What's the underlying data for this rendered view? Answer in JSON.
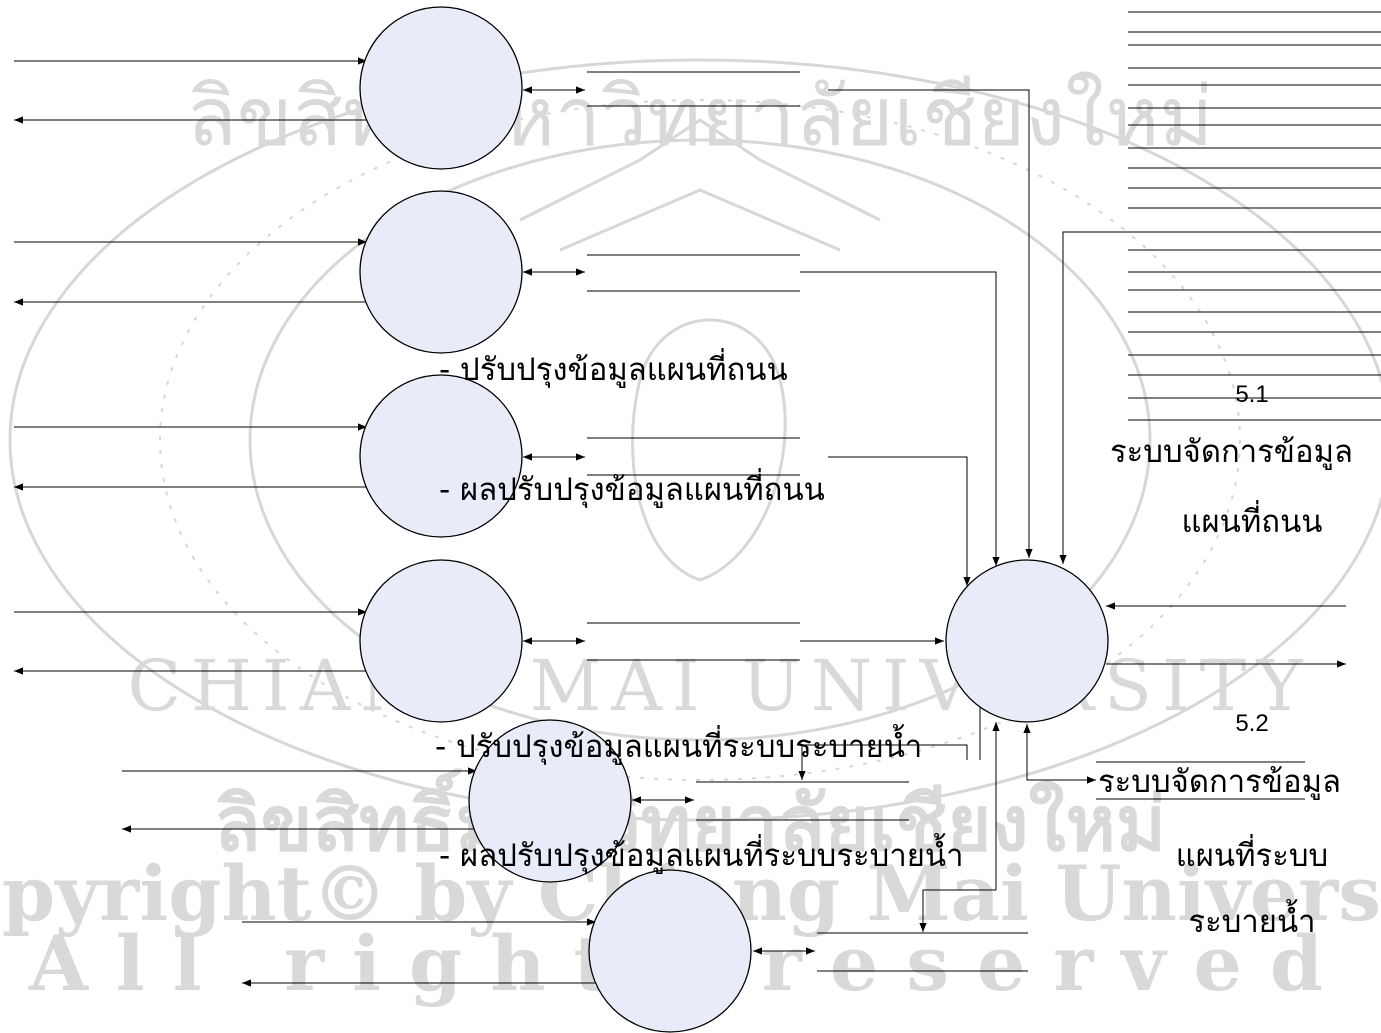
{
  "watermark": {
    "seal_text_top": "ลิขสิทธิ์มหาวิทยาลัยเชียงใหม่",
    "seal_text_university": "CHIANG MAI UNIVERSITY",
    "copyright_line_1": "ลิขสิทธิ์มหาวิทยาลัยเชียงใหม่",
    "copyright_line_2": "Copyright© by Chiang Mai University",
    "copyright_line_3": "All rights reserved"
  },
  "flow_labels": {
    "update_road_map": "- ปรับปรุงข้อมูลแผนที่ถนน",
    "update_road_map_result": "- ผลปรับปรุงข้อมูลแผนที่ถนน",
    "update_drainage_map": "- ปรับปรุงข้อมูลแผนที่ระบบระบายน้ำ",
    "update_drainage_map_result": "- ผลปรับปรุงข้อมูลแผนที่ระบบระบายน้ำ"
  },
  "side_processes": {
    "p51": {
      "number": "5.1",
      "line1": "ระบบจัดการข้อมูล",
      "line2": "แผนที่ถนน"
    },
    "p52": {
      "number": "5.2",
      "line1": "ระบบจัดการข้อมูล",
      "line2": "แผนที่ระบบ",
      "line3": "ระบายน้ำ"
    }
  },
  "colors": {
    "process_fill": "#e8ecf8",
    "line": "#000000",
    "watermark": "#d7d7d7"
  }
}
